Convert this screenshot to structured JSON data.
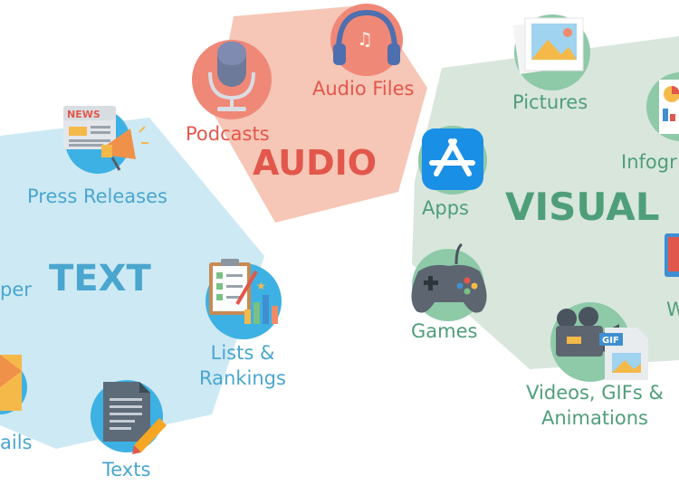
{
  "colors": {
    "text_blue": "#4aa6cf",
    "text_panel": "#cde9f4",
    "audio_panel": "#f6c6b6",
    "audio_red": "#e2574c",
    "visual_panel": "#d8e6dc",
    "visual_green": "#4f9e7a",
    "circle_blue": "#3db1e3",
    "circle_salmon": "#f08878",
    "circle_green": "#8ec9a8"
  },
  "groups": {
    "text": {
      "title": "TEXT",
      "items": {
        "press_releases": "Press Releases",
        "lists": [
          "Lists &",
          "Rankings"
        ],
        "texts": "Texts",
        "emails_partial": "ails",
        "paper_partial": "per"
      }
    },
    "audio": {
      "title": "AUDIO",
      "items": {
        "podcasts": "Podcasts",
        "audio_files": "Audio Files"
      }
    },
    "visual": {
      "title": "VISUAL",
      "items": {
        "pictures": "Pictures",
        "infographics_partial": "Infogr",
        "apps": "Apps",
        "games": "Games",
        "videos": [
          "Videos, GIFs &",
          "Animations"
        ],
        "partial_w": "W"
      }
    }
  },
  "icons": {
    "news_icon_text": "NEWS",
    "gif_icon_text": "GIF"
  }
}
